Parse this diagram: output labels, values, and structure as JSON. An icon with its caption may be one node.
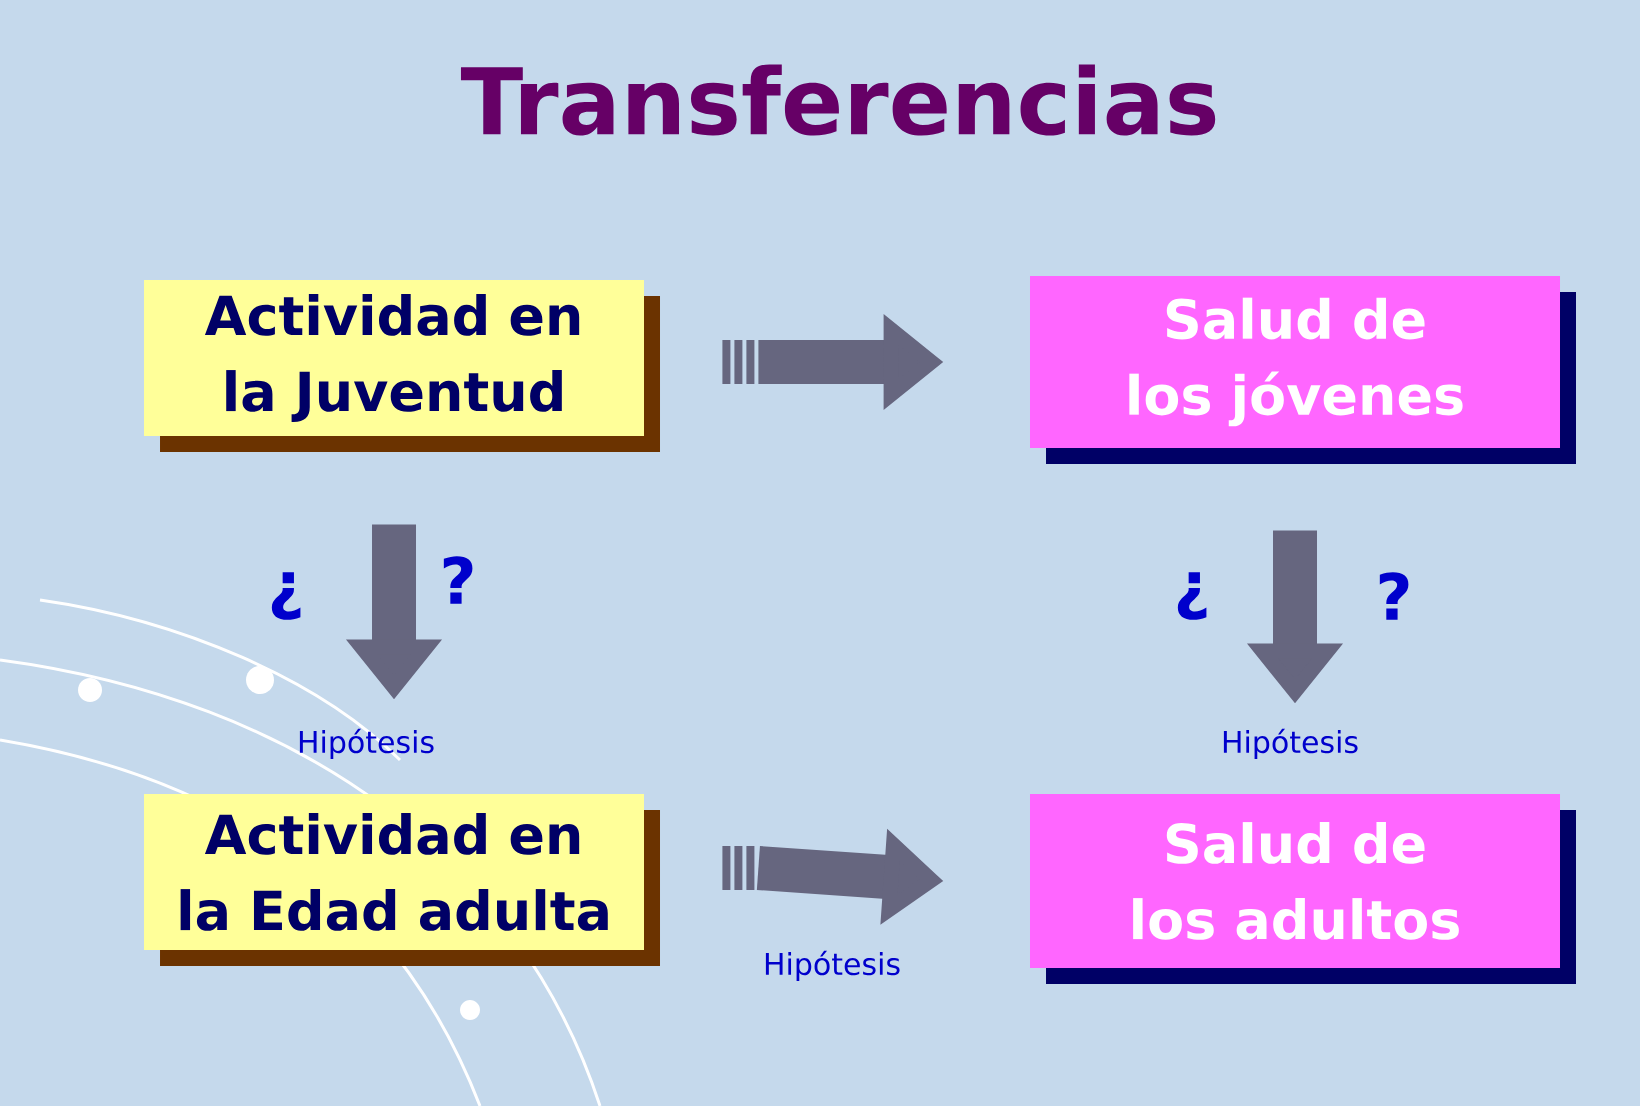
{
  "diagram": {
    "title": "Transferencias",
    "nodes": [
      {
        "text": [
          "Actividad en la Juventud"
        ]
      },
      {
        "text": [
          "Salud de los jóvenes"
        ]
      },
      {
        "text": [
          "Actividad en la Edad adulta"
        ]
      },
      {
        "text": [
          "Salud de los adultos"
        ]
      }
    ],
    "edges": [
      {
        "from": 0,
        "to": 1,
        "arrow": "to"
      },
      {
        "from": 0,
        "to": 2,
        "arrow": "to",
        "label": "Hipótesis"
      },
      {
        "from": 1,
        "to": 3,
        "arrow": "to",
        "label": "Hipótesis"
      },
      {
        "from": 2,
        "to": 3,
        "arrow": "to",
        "label": "Hipótesis"
      }
    ],
    "labels": [
      "¿",
      "?",
      "¿",
      "?"
    ]
  }
}
